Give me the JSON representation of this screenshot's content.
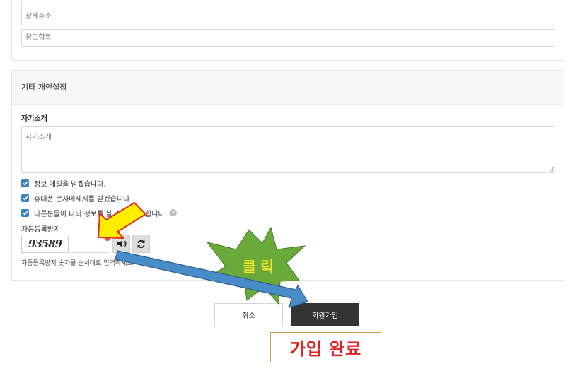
{
  "address": {
    "detail_placeholder": "상세주소",
    "extra_placeholder": "참고항목"
  },
  "etc": {
    "title": "기타 개인설정",
    "intro_label": "자기소개",
    "intro_placeholder": "자기소개",
    "options": [
      {
        "label": "정보 메일을 받겠습니다.",
        "checked": true
      },
      {
        "label": "휴대폰 문자메세지를 받겠습니다.",
        "checked": true
      },
      {
        "label": "다른분들이 나의 정보를 볼 수 있도록 합니다.",
        "checked": true
      }
    ]
  },
  "captcha": {
    "label": "자동등록방지",
    "image_text": "93589",
    "help": "자동등록방지 숫자를 순서대로 입력하세요.",
    "audio_icon": "speaker-icon",
    "refresh_icon": "refresh-icon"
  },
  "buttons": {
    "cancel": "취소",
    "join": "회원가입"
  },
  "annotations": {
    "click": "클릭",
    "done": "가입 완료"
  },
  "colors": {
    "checkbox": "#3b82c4",
    "join_button": "#333333",
    "burst": "#6aaa3a",
    "arrow_blue": "#4a8cc8",
    "arrow_yellow": "#ffee00",
    "done_text": "#e02020"
  }
}
